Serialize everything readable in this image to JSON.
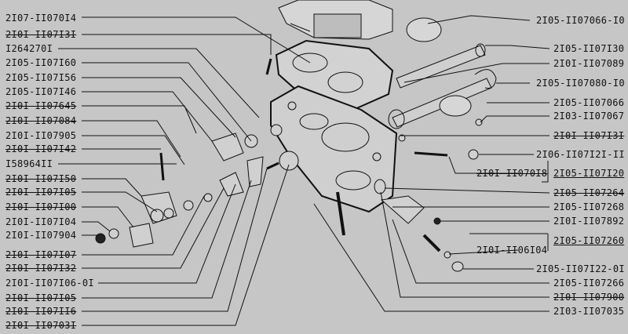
{
  "left_labels": [
    {
      "text": "2I07-II070I4",
      "struck": false
    },
    {
      "text": "2I0I-II07I3I",
      "struck": true
    },
    {
      "text": "I264270I",
      "struck": false
    },
    {
      "text": "2I05-II07I60",
      "struck": false
    },
    {
      "text": "2I05-II07I56",
      "struck": false
    },
    {
      "text": "2I05-II07I46",
      "struck": false
    },
    {
      "text": "2I0I-II07645",
      "struck": true
    },
    {
      "text": "2I0I-II07084",
      "struck": true
    },
    {
      "text": "2I0I-II07905",
      "struck": false
    },
    {
      "text": "2I0I-II07I42",
      "struck": true
    },
    {
      "text": "I58964II",
      "struck": false
    },
    {
      "text": "2I0I-II07I50",
      "struck": true
    },
    {
      "text": "2I0I-II07I05",
      "struck": true
    },
    {
      "text": "2I0I-II07I00",
      "struck": true
    },
    {
      "text": "2I0I-II07I04",
      "struck": false
    },
    {
      "text": "2I0I-II07904",
      "struck": false
    },
    {
      "text": "2I0I-II07I07",
      "struck": true
    },
    {
      "text": "2I0I-II07I32",
      "struck": true
    },
    {
      "text": "2I0I-II07I06-0I",
      "struck": false
    },
    {
      "text": "2I0I-II07I05",
      "struck": true
    },
    {
      "text": "2I0I-II07II6",
      "struck": true
    },
    {
      "text": "2I0I-II0703I",
      "struck": true
    }
  ],
  "right_labels": [
    {
      "text": "2I05-II07066-I0",
      "struck": false
    },
    {
      "text": "2I05-II07I30",
      "struck": false
    },
    {
      "text": "2I0I-II07089",
      "struck": false
    },
    {
      "text": "2I05-II07080-I0",
      "struck": false
    },
    {
      "text": "2I05-II07066",
      "struck": false
    },
    {
      "text": "2I03-II07067",
      "struck": false
    },
    {
      "text": "2I0I-II07I3I",
      "struck": true
    },
    {
      "text": "2I06-II07I2I-II",
      "struck": false
    },
    {
      "text": "2I0I-II070I8",
      "struck": true
    },
    {
      "text": "2I05-II07I20",
      "underlined": true
    },
    {
      "text": "2I05-II07264",
      "struck": true
    },
    {
      "text": "2I05-II07268",
      "struck": false
    },
    {
      "text": "2I0I-II07892",
      "struck": false
    },
    {
      "text": "2I05-II07260",
      "underlined": true
    },
    {
      "text": "2I0I-II06I04",
      "struck": false
    },
    {
      "text": "2I05-II07I22-0I",
      "struck": false
    },
    {
      "text": "2I05-II07266",
      "struck": false
    },
    {
      "text": "2I0I-II07900",
      "struck": true
    },
    {
      "text": "2I03-II07035",
      "struck": false
    }
  ]
}
